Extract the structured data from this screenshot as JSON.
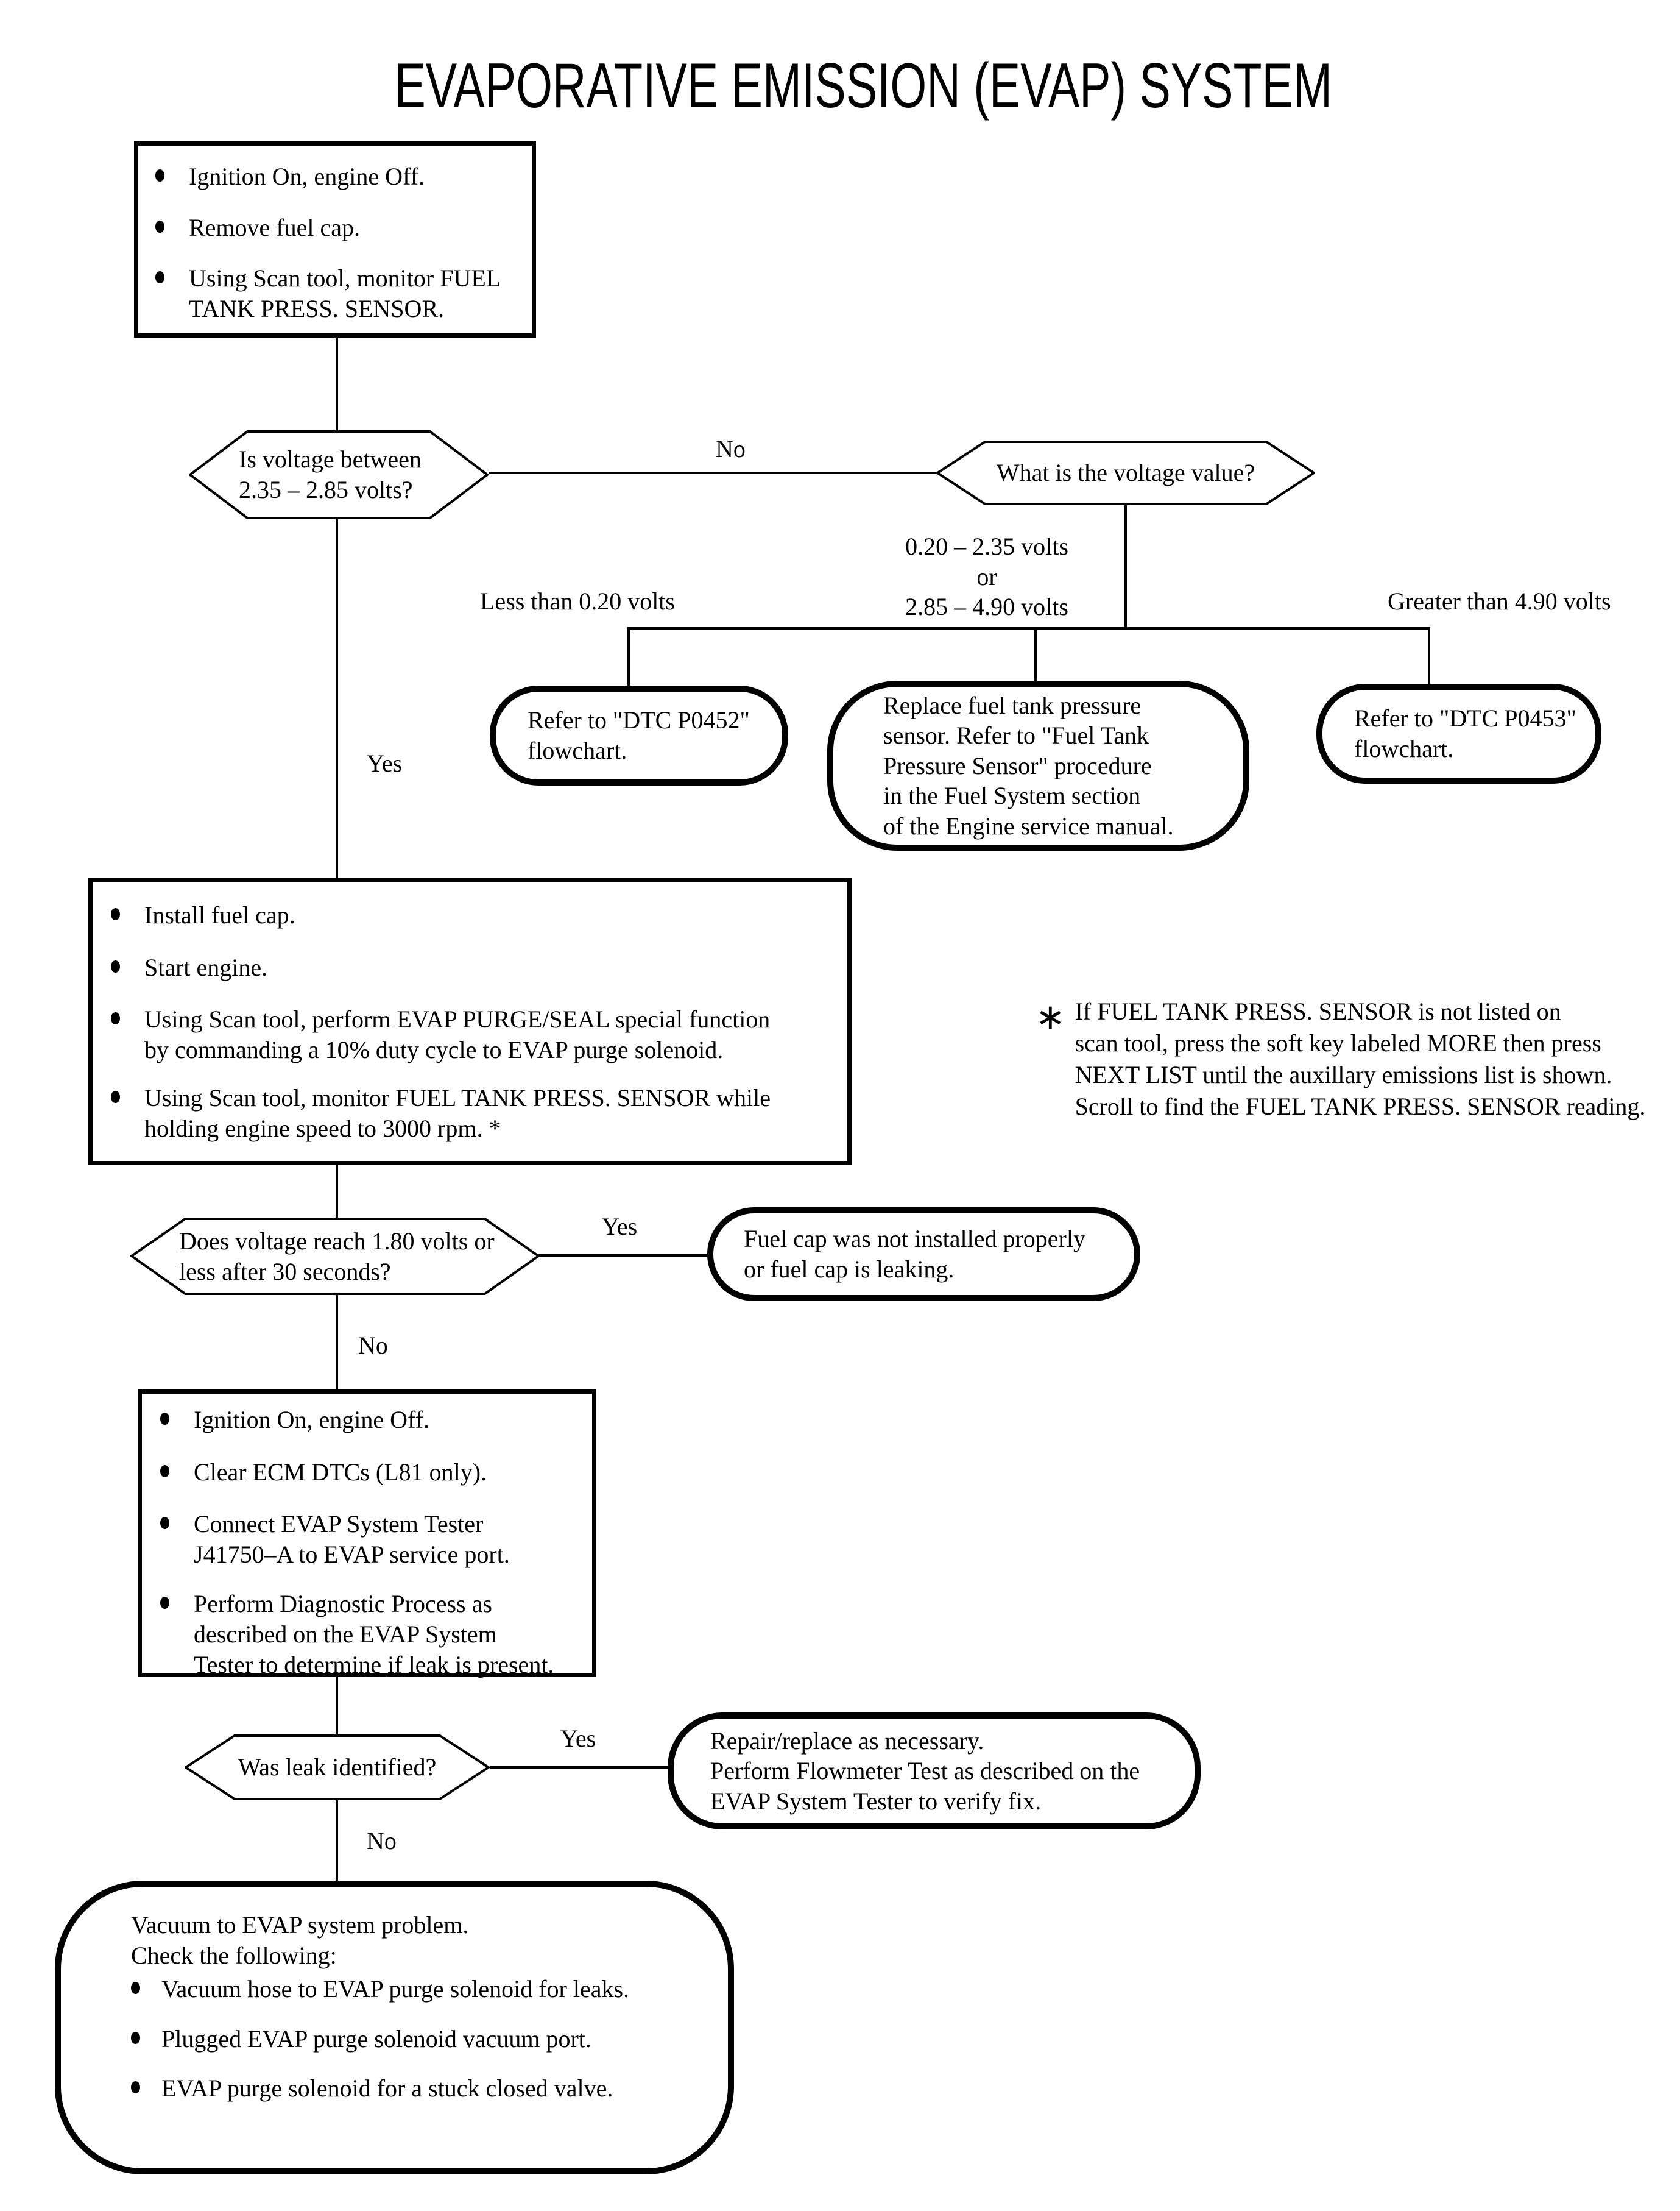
{
  "title": "EVAPORATIVE EMISSION (EVAP) SYSTEM",
  "colors": {
    "ink": "#000000",
    "paper": "#ffffff"
  },
  "step1": {
    "items": [
      "Ignition On, engine Off.",
      "Remove fuel cap.",
      "Using Scan tool, monitor FUEL\nTANK PRESS. SENSOR."
    ]
  },
  "decisions": {
    "voltage_range": "Is voltage between\n2.35 – 2.85 volts?",
    "voltage_value": "What is the voltage value?",
    "voltage_reach": "Does voltage reach 1.80 volts or\nless after 30 seconds?",
    "leak_identified": "Was leak identified?"
  },
  "edge_labels": {
    "no_1": "No",
    "yes_1": "Yes",
    "yes_2": "Yes",
    "no_2": "No",
    "yes_3": "Yes",
    "no_3": "No",
    "less_than_020": "Less than 0.20 volts",
    "mid_range": "0.20 – 2.35 volts\nor\n2.85 – 4.90 volts",
    "greater_than_490": "Greater than 4.90 volts"
  },
  "terminals": {
    "dtc_p0452": "Refer to \"DTC P0452\"\nflowchart.",
    "replace_sensor": "Replace fuel tank pressure\nsensor. Refer to \"Fuel Tank\nPressure Sensor\" procedure\nin the Fuel System section\nof the Engine service manual.",
    "dtc_p0453": "Refer to \"DTC P0453\"\nflowchart.",
    "fuel_cap_leak": "Fuel cap was not installed properly\nor fuel cap is leaking.",
    "repair_replace": "Repair/replace as necessary.\nPerform Flowmeter Test as described on the\nEVAP System Tester to verify fix."
  },
  "step2": {
    "items": [
      "Install fuel cap.",
      "Start engine.",
      "Using Scan tool, perform EVAP PURGE/SEAL special function\nby commanding a 10% duty cycle to EVAP purge solenoid.",
      "Using Scan tool, monitor FUEL TANK PRESS. SENSOR while\nholding engine speed to 3000 rpm. *"
    ]
  },
  "footnote": {
    "marker": "∗",
    "text": "If FUEL TANK PRESS. SENSOR is not listed on\nscan tool, press the soft key labeled MORE then press\nNEXT LIST until the auxillary emissions list is shown.\nScroll to find the FUEL TANK PRESS. SENSOR reading."
  },
  "step3": {
    "items": [
      "Ignition On, engine Off.",
      "Clear ECM DTCs (L81 only).",
      "Connect EVAP System Tester\nJ41750–A to EVAP service port.",
      "Perform Diagnostic Process as\ndescribed on the EVAP System\nTester to determine if leak is present."
    ]
  },
  "vacuum_problem": {
    "intro": "Vacuum to EVAP system problem.\nCheck the following:",
    "items": [
      "Vacuum hose to EVAP purge solenoid for leaks.",
      "Plugged EVAP purge solenoid vacuum port.",
      "EVAP purge solenoid for a stuck closed valve."
    ]
  }
}
